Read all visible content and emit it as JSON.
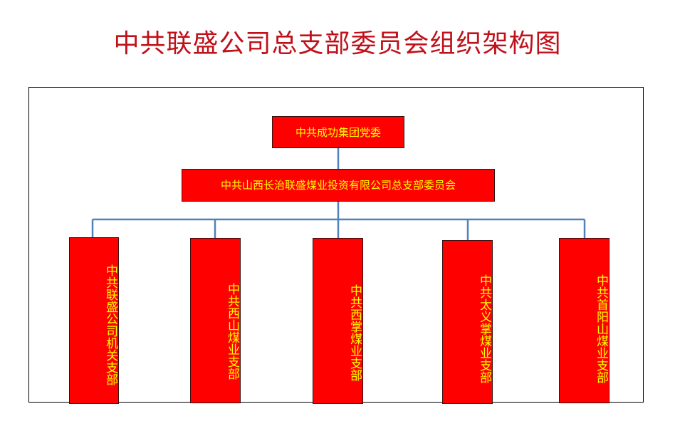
{
  "title": "中共联盛公司总支部委员会组织架构图",
  "colors": {
    "title": "#c0101a",
    "box_fill": "#ff0000",
    "box_text": "#ffff00",
    "connector": "#4f81bd"
  },
  "top_node": {
    "label": "中共成功集团党委"
  },
  "middle_node": {
    "label": "中共山西长治联盛煤业投资有限公司总支部委员会"
  },
  "branches": [
    {
      "label": "中共联盛公司机关支部"
    },
    {
      "label": "中共西山煤业支部"
    },
    {
      "label": "中共西掌煤业支部"
    },
    {
      "label": "中共太义掌煤业支部"
    },
    {
      "label": "中共首阳山煤业支部"
    }
  ]
}
